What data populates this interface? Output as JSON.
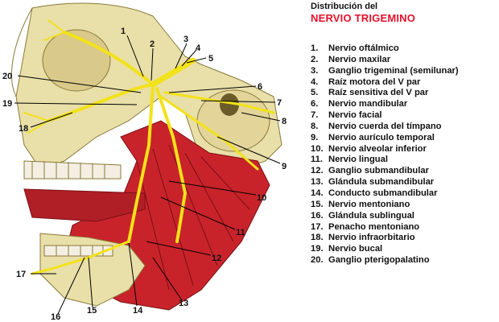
{
  "title": {
    "line1": "Distribución del",
    "line2": "NERVIO TRIGEMINO"
  },
  "colors": {
    "accent": "#e8102a",
    "nerve": "#f2e21a",
    "muscle": "#c8232b",
    "bone": "#e9dfa8"
  },
  "callouts": [
    "1",
    "2",
    "3",
    "4",
    "5",
    "6",
    "7",
    "8",
    "9",
    "10",
    "11",
    "12",
    "13",
    "14",
    "15",
    "16",
    "17",
    "18",
    "19",
    "20"
  ],
  "legend": [
    {
      "number": "1.",
      "label": "Nervio oftálmico"
    },
    {
      "number": "2.",
      "label": "Nervio maxilar"
    },
    {
      "number": "3.",
      "label": "Ganglio trigeminal (semilunar)"
    },
    {
      "number": "4.",
      "label": "Raíz motora del V par"
    },
    {
      "number": "5.",
      "label": "Raíz sensitiva del V par"
    },
    {
      "number": "6.",
      "label": "Nervio mandibular"
    },
    {
      "number": "7.",
      "label": "Nervio facial"
    },
    {
      "number": "8.",
      "label": "Nervio cuerda del tímpano"
    },
    {
      "number": "9.",
      "label": "Nervio aurículo temporal"
    },
    {
      "number": "10.",
      "label": "Nervio alveolar inferior"
    },
    {
      "number": "11.",
      "label": "Nervio lingual"
    },
    {
      "number": "12.",
      "label": "Ganglio submandibular"
    },
    {
      "number": "13.",
      "label": "Glándula submandibular"
    },
    {
      "number": "14.",
      "label": "Conducto submandibular"
    },
    {
      "number": "15.",
      "label": "Nervio mentoniano"
    },
    {
      "number": "16.",
      "label": "Glándula sublingual"
    },
    {
      "number": "17.",
      "label": "Penacho mentoniano"
    },
    {
      "number": "18.",
      "label": "Nervio infraorbitario"
    },
    {
      "number": "19.",
      "label": "Nervio bucal"
    },
    {
      "number": "20.",
      "label": "Ganglio pterigopalatino"
    }
  ]
}
